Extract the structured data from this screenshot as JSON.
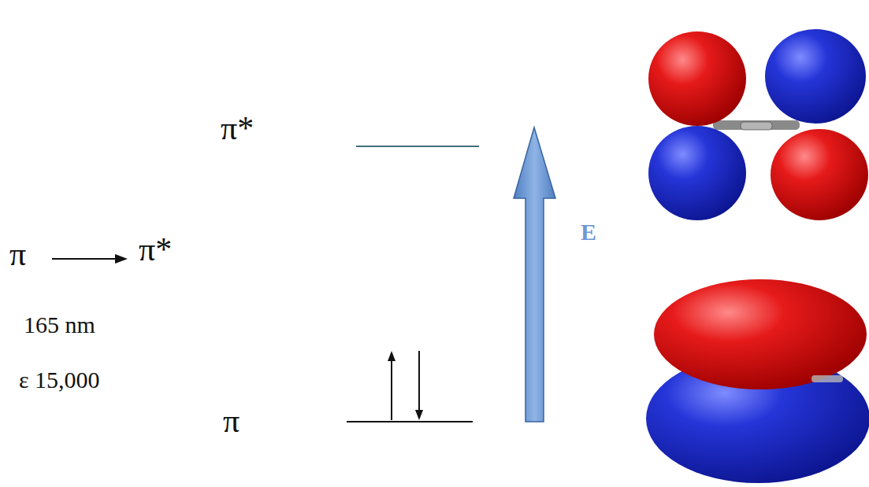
{
  "diagram": {
    "labels": [
      "π*",
      "π",
      "π*",
      "E",
      "165 nm",
      "ε 15,000",
      "π"
    ]
  }
}
